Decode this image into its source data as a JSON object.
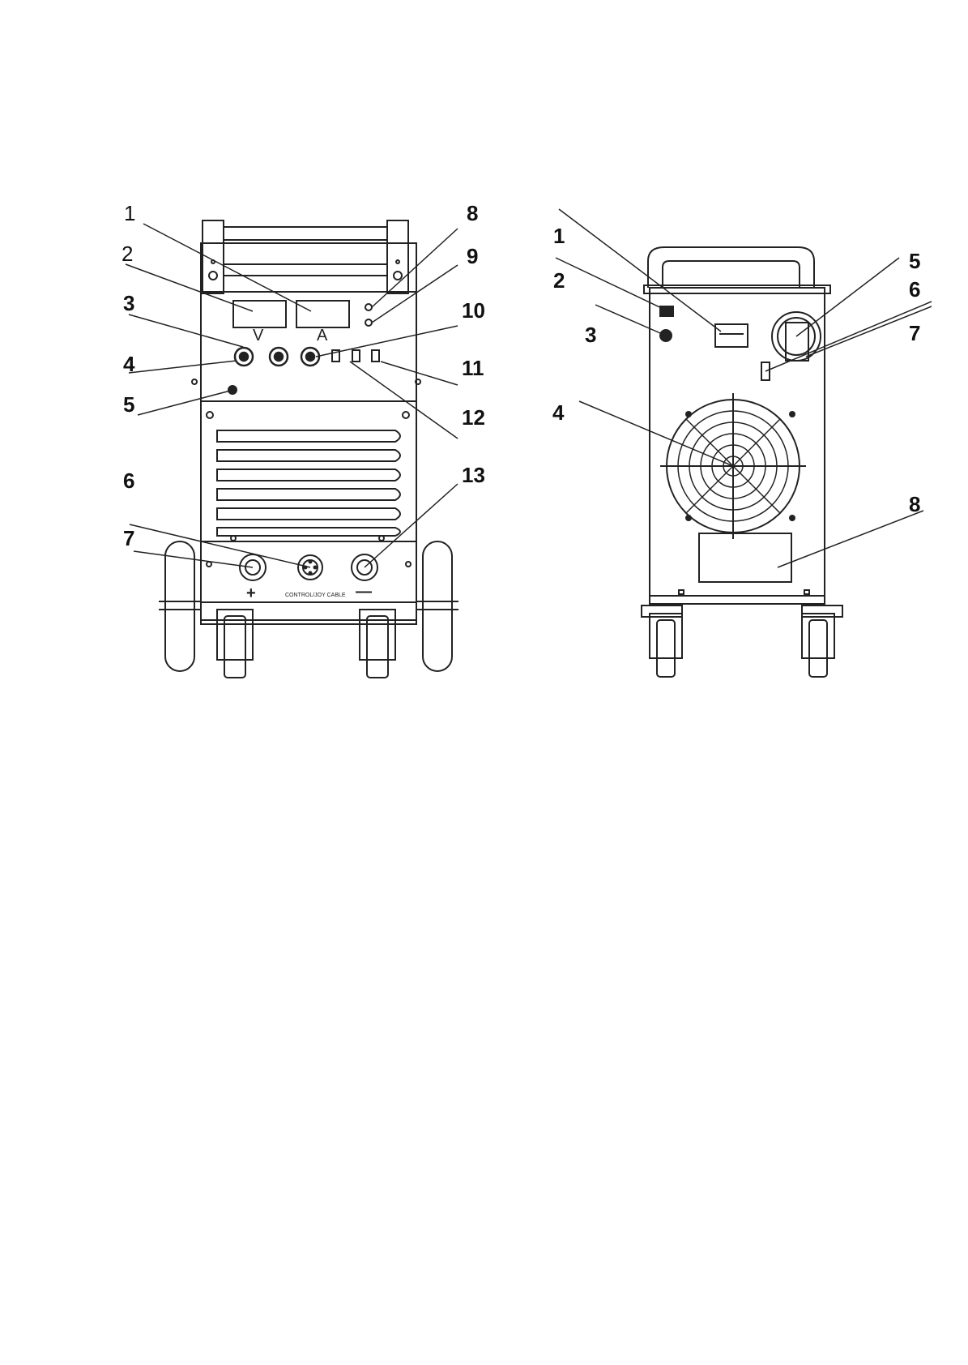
{
  "front_view": {
    "callouts": [
      {
        "label": "1"
      },
      {
        "label": "2"
      },
      {
        "label": "3"
      },
      {
        "label": "4"
      },
      {
        "label": "5"
      },
      {
        "label": "6"
      },
      {
        "label": "7"
      },
      {
        "label": "8"
      },
      {
        "label": "9"
      },
      {
        "label": "10"
      },
      {
        "label": "11"
      },
      {
        "label": "12"
      },
      {
        "label": "13"
      }
    ],
    "meter_symbols": {
      "voltage": "V",
      "current": "A"
    },
    "polarity": {
      "positive": "+",
      "negative": "—"
    },
    "connector_label": "CONTROL/JOY CABLE"
  },
  "rear_view": {
    "callouts": [
      {
        "label": "1"
      },
      {
        "label": "2"
      },
      {
        "label": "3"
      },
      {
        "label": "4"
      },
      {
        "label": "5"
      },
      {
        "label": "6"
      },
      {
        "label": "7"
      },
      {
        "label": "8"
      }
    ]
  },
  "colors": {
    "line": "#222222",
    "background": "#ffffff"
  }
}
